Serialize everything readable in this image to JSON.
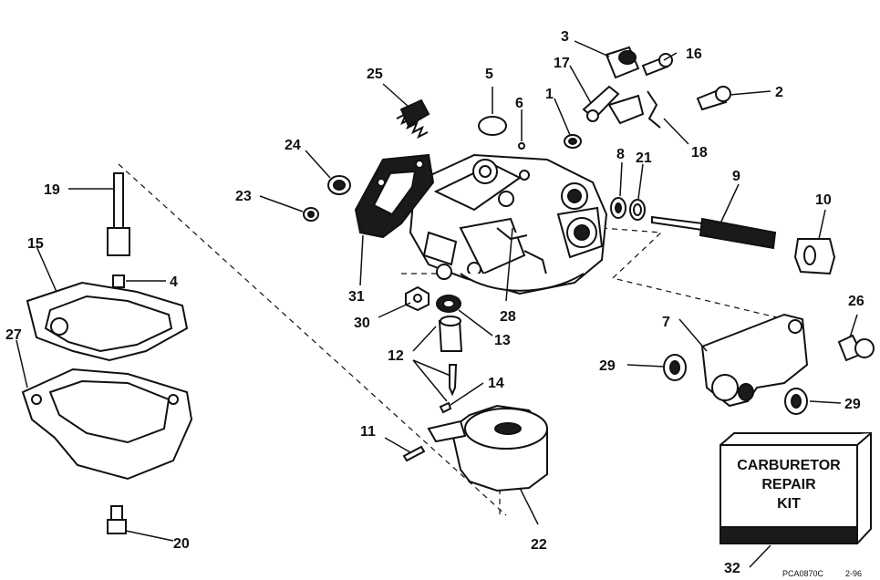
{
  "callouts": {
    "c1": "1",
    "c2": "2",
    "c3": "3",
    "c4": "4",
    "c5": "5",
    "c6": "6",
    "c7": "7",
    "c8": "8",
    "c9": "9",
    "c10": "10",
    "c11": "11",
    "c12": "12",
    "c13": "13",
    "c14": "14",
    "c15": "15",
    "c16": "16",
    "c17": "17",
    "c18": "18",
    "c19": "19",
    "c20": "20",
    "c21": "21",
    "c22": "22",
    "c23": "23",
    "c24": "24",
    "c25": "25",
    "c26": "26",
    "c27": "27",
    "c28": "28",
    "c29a": "29",
    "c29b": "29",
    "c30": "30",
    "c31": "31",
    "c32": "32"
  },
  "kit_box": {
    "line1": "CARBURETOR",
    "line2": "REPAIR",
    "line3": "KIT"
  },
  "footer": {
    "drawing_code": "PCA0870C",
    "date_code": "2-96"
  }
}
